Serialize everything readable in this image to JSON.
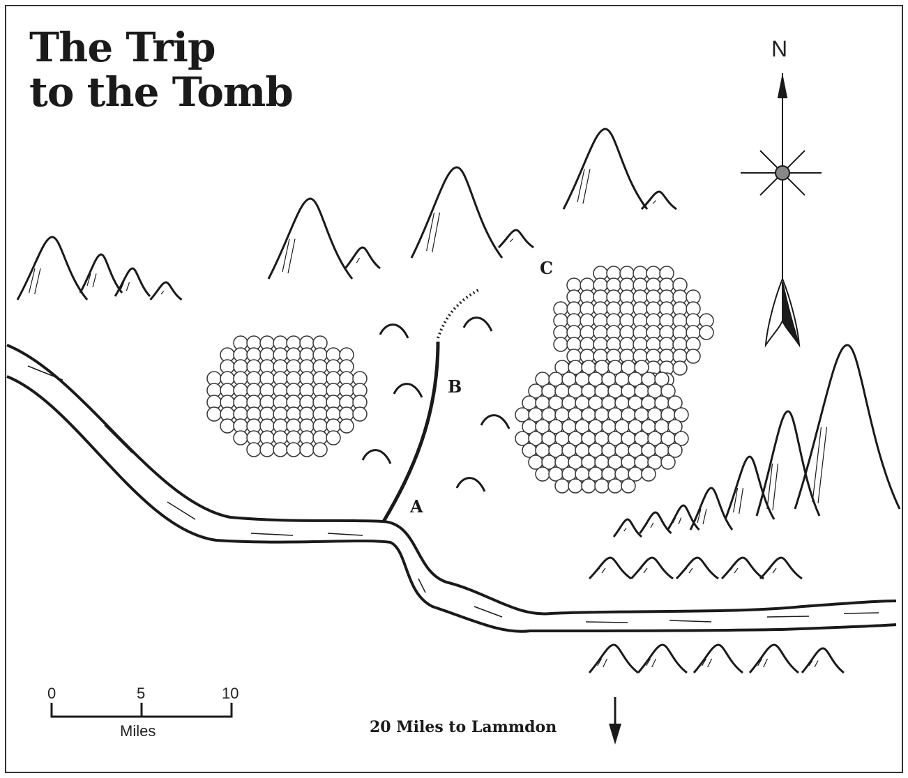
{
  "map": {
    "title_line1": "The Trip",
    "title_line2": "to the Tomb",
    "compass_label": "N",
    "points": {
      "a": "A",
      "b": "B",
      "c": "C"
    },
    "scale": {
      "ticks": [
        "0",
        "5",
        "10"
      ],
      "unit": "Miles"
    },
    "destination": "20 Miles to Lammdon",
    "ink_color": "#1a1a1a",
    "background_color": "#ffffff"
  }
}
